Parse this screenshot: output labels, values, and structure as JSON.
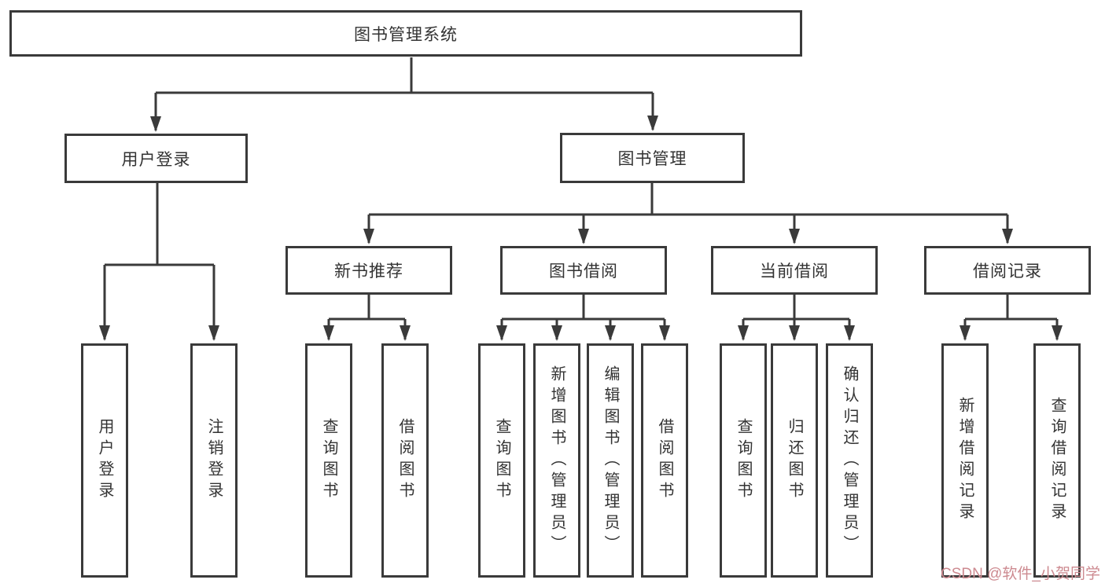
{
  "root": {
    "label": "图书管理系统"
  },
  "level2": [
    {
      "label": "用户登录",
      "parent": "图书管理系统"
    },
    {
      "label": "图书管理",
      "parent": "图书管理系统"
    }
  ],
  "level3": [
    {
      "label": "新书推荐",
      "parent": "图书管理"
    },
    {
      "label": "图书借阅",
      "parent": "图书管理"
    },
    {
      "label": "当前借阅",
      "parent": "图书管理"
    },
    {
      "label": "借阅记录",
      "parent": "图书管理"
    }
  ],
  "level4": [
    {
      "label": "用户登录",
      "parent": "用户登录"
    },
    {
      "label": "注销登录",
      "parent": "用户登录"
    },
    {
      "label": "查询图书",
      "parent": "新书推荐"
    },
    {
      "label": "借阅图书",
      "parent": "新书推荐"
    },
    {
      "label": "查询图书",
      "parent": "图书借阅"
    },
    {
      "label": "新增图书（管理员）",
      "parent": "图书借阅"
    },
    {
      "label": "编辑图书（管理员）",
      "parent": "图书借阅"
    },
    {
      "label": "借阅图书",
      "parent": "图书借阅"
    },
    {
      "label": "查询图书",
      "parent": "当前借阅"
    },
    {
      "label": "归还图书",
      "parent": "当前借阅"
    },
    {
      "label": "确认归还（管理员）",
      "parent": "当前借阅"
    },
    {
      "label": "新增借阅记录",
      "parent": "借阅记录"
    },
    {
      "label": "查询借阅记录",
      "parent": "借阅记录"
    }
  ],
  "watermark": {
    "text": "CSDN @软件_小贺同学"
  },
  "colors": {
    "line": "#3a3a3a",
    "text": "#333333",
    "background": "#ffffff",
    "watermark": "#cd8a90"
  }
}
